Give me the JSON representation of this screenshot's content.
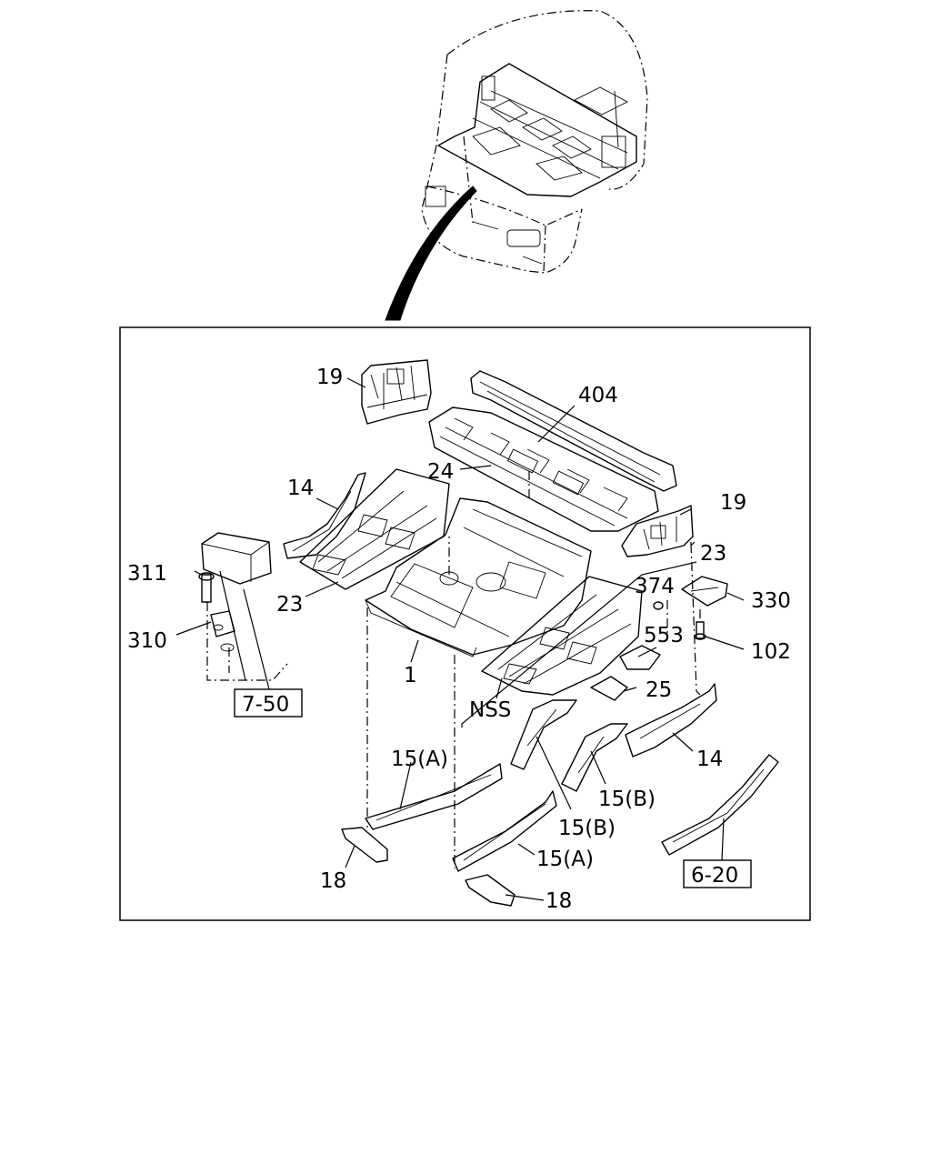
{
  "callouts": {
    "c19_top": "19",
    "c404": "404",
    "c24": "24",
    "c19_right": "19",
    "c14_left": "14",
    "c23_left": "23",
    "c23_right": "23",
    "c311": "311",
    "c310": "310",
    "c374": "374",
    "c330": "330",
    "c102": "102",
    "c553": "553",
    "c25": "25",
    "c1": "1",
    "cNSS": "NSS",
    "c14_right": "14",
    "c15A_left": "15(A)",
    "c15B_right": "15(B)",
    "c15B_mid": "15(B)",
    "c15A_mid": "15(A)",
    "c18_left": "18",
    "c18_right": "18"
  },
  "refs": {
    "r750": "7-50",
    "r620": "6-20"
  }
}
